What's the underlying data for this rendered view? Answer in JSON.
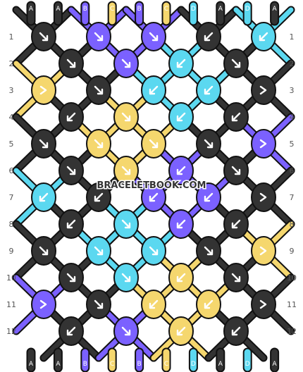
{
  "watermark": "BRACELETBOOK.COM",
  "colors": {
    "A": "#333333",
    "B": "#7b61ff",
    "C": "#f5d76e",
    "D": "#5bd8f0",
    "outline": "#111111",
    "arrow": "#ffffff"
  },
  "top_strands": [
    "A",
    "A",
    "B",
    "C",
    "B",
    "C",
    "D",
    "A",
    "D",
    "A"
  ],
  "bottom_strands": [
    "A",
    "A",
    "B",
    "C",
    "B",
    "C",
    "D",
    "A",
    "D",
    "A"
  ],
  "row_labels": [
    "1",
    "2",
    "3",
    "4",
    "5",
    "6",
    "7",
    "8",
    "9",
    "10",
    "11",
    "12"
  ],
  "knots": [
    [
      {
        "c": "A",
        "d": "se"
      },
      {
        "c": "B",
        "d": "se"
      },
      {
        "c": "B",
        "d": "se"
      },
      {
        "c": "A",
        "d": "sw"
      },
      {
        "c": "D",
        "d": "sw"
      }
    ],
    [
      {
        "c": "A",
        "d": "se"
      },
      {
        "c": "B",
        "d": "se"
      },
      {
        "c": "D",
        "d": "sw"
      },
      {
        "c": "A",
        "d": "se"
      }
    ],
    [
      {
        "c": "C",
        "d": "r"
      },
      {
        "c": "A",
        "d": "se"
      },
      {
        "c": "D",
        "d": "sw"
      },
      {
        "c": "D",
        "d": "sw"
      },
      {
        "c": "A",
        "d": "r"
      }
    ],
    [
      {
        "c": "A",
        "d": "sw"
      },
      {
        "c": "C",
        "d": "se"
      },
      {
        "c": "D",
        "d": "sw"
      },
      {
        "c": "A",
        "d": "sw"
      }
    ],
    [
      {
        "c": "A",
        "d": "se"
      },
      {
        "c": "C",
        "d": "se"
      },
      {
        "c": "C",
        "d": "se"
      },
      {
        "c": "A",
        "d": "se"
      },
      {
        "c": "B",
        "d": "r"
      }
    ],
    [
      {
        "c": "A",
        "d": "se"
      },
      {
        "c": "C",
        "d": "se"
      },
      {
        "c": "B",
        "d": "sw"
      },
      {
        "c": "A",
        "d": "se"
      }
    ],
    [
      {
        "c": "D",
        "d": "sw"
      },
      {
        "c": "A",
        "d": "sw"
      },
      {
        "c": "B",
        "d": "sw"
      },
      {
        "c": "B",
        "d": "sw"
      },
      {
        "c": "A",
        "d": "r"
      }
    ],
    [
      {
        "c": "A",
        "d": "sw"
      },
      {
        "c": "D",
        "d": "se"
      },
      {
        "c": "B",
        "d": "sw"
      },
      {
        "c": "A",
        "d": "sw"
      }
    ],
    [
      {
        "c": "A",
        "d": "se"
      },
      {
        "c": "D",
        "d": "se"
      },
      {
        "c": "D",
        "d": "se"
      },
      {
        "c": "A",
        "d": "se"
      },
      {
        "c": "C",
        "d": "r"
      }
    ],
    [
      {
        "c": "A",
        "d": "se"
      },
      {
        "c": "D",
        "d": "se"
      },
      {
        "c": "C",
        "d": "sw"
      },
      {
        "c": "A",
        "d": "se"
      }
    ],
    [
      {
        "c": "B",
        "d": "r"
      },
      {
        "c": "A",
        "d": "se"
      },
      {
        "c": "C",
        "d": "sw"
      },
      {
        "c": "C",
        "d": "sw"
      },
      {
        "c": "A",
        "d": "r"
      }
    ],
    [
      {
        "c": "A",
        "d": "sw"
      },
      {
        "c": "B",
        "d": "se"
      },
      {
        "c": "C",
        "d": "sw"
      },
      {
        "c": "A",
        "d": "sw"
      }
    ]
  ]
}
